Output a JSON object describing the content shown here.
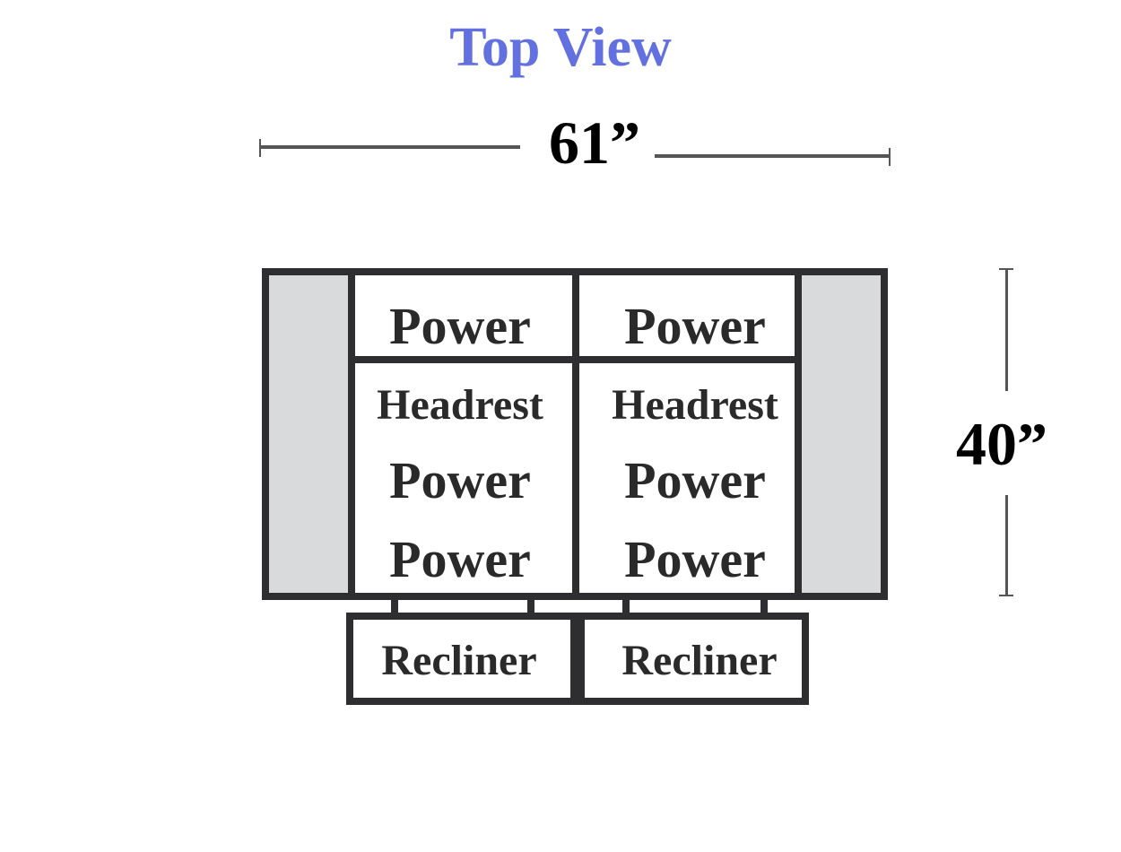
{
  "title": "Top View",
  "dimensions": {
    "width_label": "61”",
    "depth_label": "40”"
  },
  "seats": [
    {
      "top_label": "Power",
      "lines": [
        "Headrest",
        "Power",
        "Power"
      ],
      "footrest_label": "Recliner"
    },
    {
      "top_label": "Power",
      "lines": [
        "Headrest",
        "Power",
        "Power"
      ],
      "footrest_label": "Recliner"
    }
  ],
  "colors": {
    "title": "#6270e0",
    "outline": "#2e2e30",
    "arm_fill": "#d9dadb"
  }
}
